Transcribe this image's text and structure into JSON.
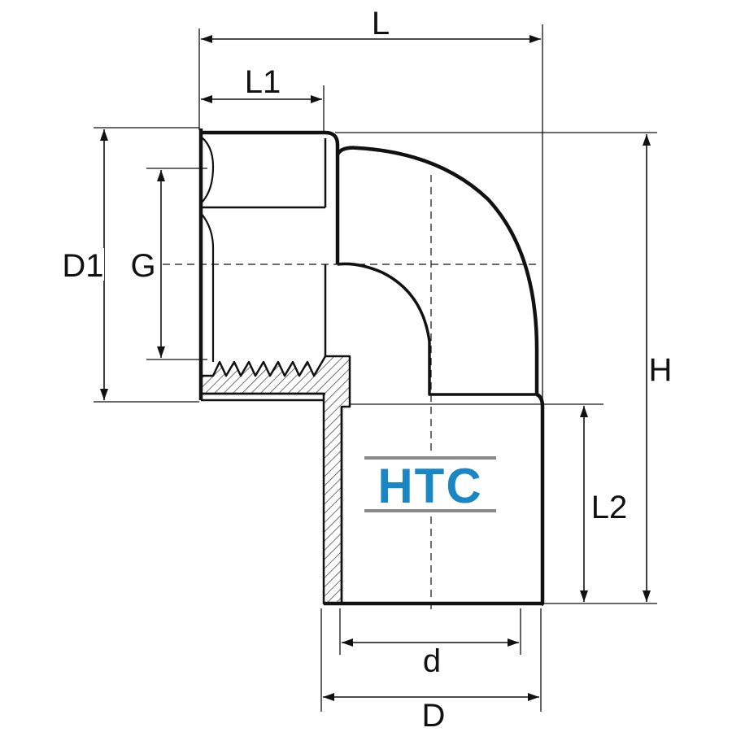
{
  "labels": {
    "L": "L",
    "L1": "L1",
    "D1": "D1",
    "G": "G",
    "H": "H",
    "L2": "L2",
    "d": "d",
    "D": "D"
  },
  "brand": {
    "text": "HTC",
    "color": "#1a86c3",
    "rule_color": "#8a8a8a"
  },
  "colors": {
    "line": "#111111",
    "hatch": "#333333"
  }
}
